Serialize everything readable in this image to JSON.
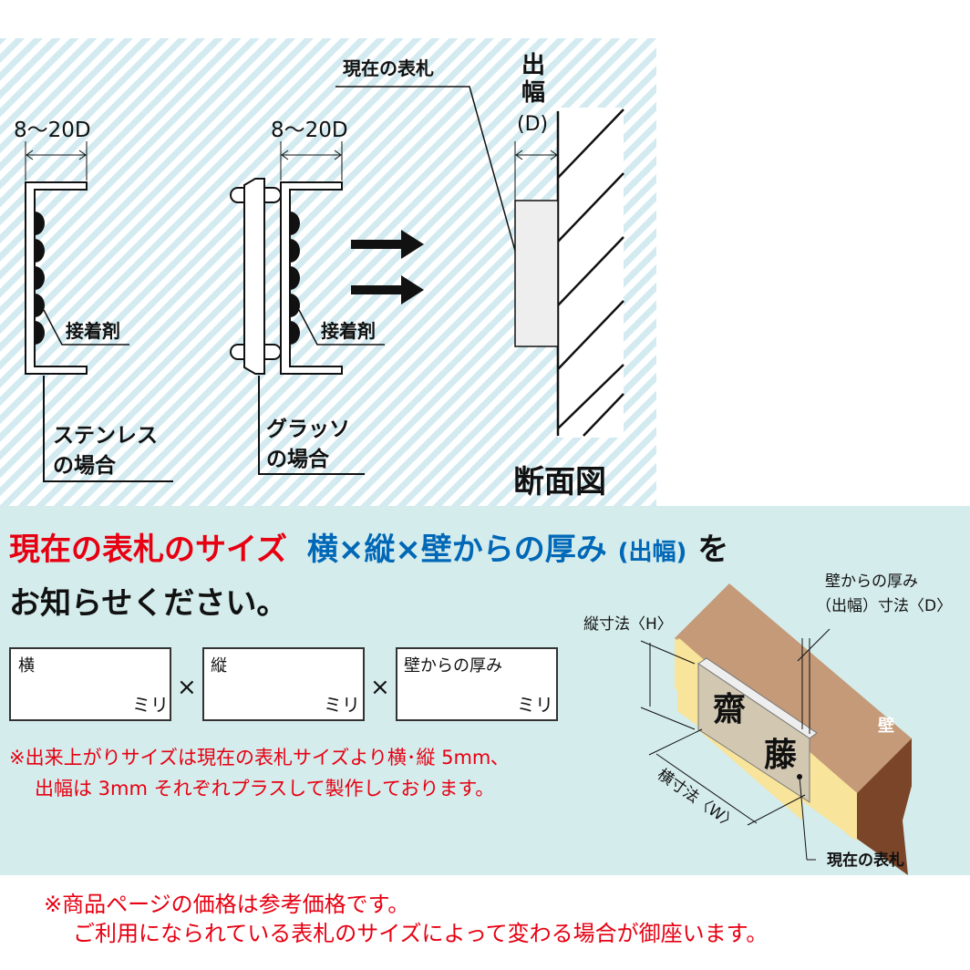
{
  "section_diagram": {
    "dimension_label_1": "8～20D",
    "dimension_label_2": "8～20D",
    "adhesive_label_1": "接着剤",
    "adhesive_label_2": "接着剤",
    "stainless_label_line1": "ステンレス",
    "stainless_label_line2": "の場合",
    "glasso_label_line1": "グラッソ",
    "glasso_label_line2": "の場合",
    "current_plate_label": "現在の表札",
    "projection_label_1": "出",
    "projection_label_2": "幅",
    "projection_label_3": "(D)",
    "cross_section_title": "断面図"
  },
  "instruction": {
    "heading_red": "現在の表札のサイズ",
    "heading_blue": "横×縦×壁からの厚み",
    "heading_blue_paren": "(出幅)",
    "heading_black": "を",
    "heading_line2": "お知らせください。",
    "fields": [
      {
        "label": "横",
        "unit": "ミリ",
        "value": ""
      },
      {
        "label": "縦",
        "unit": "ミリ",
        "value": ""
      },
      {
        "label": "壁からの厚み",
        "unit": "ミリ",
        "value": ""
      }
    ],
    "times_symbol": "×",
    "note_line1": "※出来上がりサイズは現在の表札サイズより横･縦 5mm､",
    "note_line2": "出幅は 3mm それぞれプラスして製作しております。"
  },
  "illustration": {
    "thickness_label_line1": "壁からの厚み",
    "thickness_label_line2": "（出幅）寸法〈D〉",
    "height_label": "縦寸法〈H〉",
    "width_label": "横寸法〈W〉",
    "wall_label": "壁",
    "current_plate_label": "現在の表札",
    "plate_name_1": "齋",
    "plate_name_2": "藤"
  },
  "footer": {
    "line1": "※商品ページの価格は参考価格です。",
    "line2": "ご利用になられている表札のサイズによって変わる場合が御座います。"
  },
  "colors": {
    "red": "#e60012",
    "blue": "#0068b7",
    "teal_bg": "#d5ecec",
    "hatch": "#d3ebf0"
  }
}
